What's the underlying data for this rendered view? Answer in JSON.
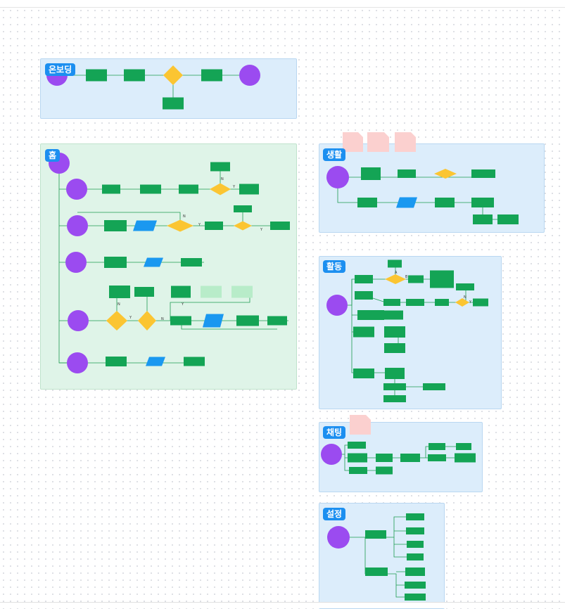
{
  "sections": {
    "onboarding": "온보딩",
    "home": "홈",
    "life": "생활",
    "activity": "활동",
    "chatting": "채팅",
    "settings": "설정"
  },
  "colors": {
    "process": "#14a455",
    "decision": "#fbc532",
    "terminal": "#9b4bf0",
    "io": "#1a98f0",
    "subprocess": "#b8ecc9",
    "connector": "#1d9c50",
    "note": "#fbd0cf",
    "frame_blue": "#dcedfb",
    "frame_green": "#dff4e8",
    "tag": "#1c8ff0"
  },
  "edge_labels": {
    "yes": "Y",
    "no": "N",
    "branch_a": "A",
    "branch_b": "B"
  }
}
